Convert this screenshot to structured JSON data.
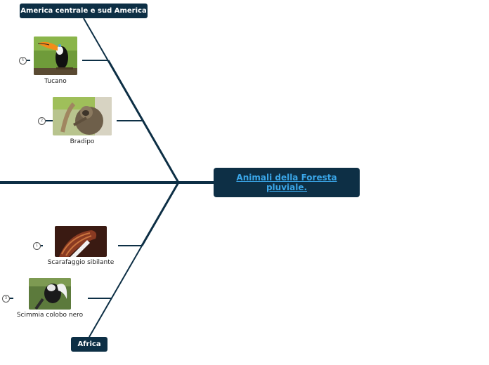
{
  "central_topic": {
    "title": "Animali della Foresta pluviale."
  },
  "branches": {
    "americas": {
      "label": "America centrale e sud America"
    },
    "africa": {
      "label": "Africa"
    }
  },
  "leaves": {
    "toucan": {
      "caption": "Tucano",
      "badge": "5",
      "image": "toucan-photo"
    },
    "sloth": {
      "caption": "Bradipo",
      "badge": "2",
      "image": "sloth-photo"
    },
    "beetle": {
      "caption": "Scarafaggio sibilante",
      "badge": "1",
      "image": "hissing-cockroach-photo"
    },
    "colobus": {
      "caption": "Scimmia colobo nero",
      "badge": "3",
      "image": "black-colobus-photo"
    }
  },
  "colors": {
    "node_fill": "#0d2f45",
    "central_text": "#3aa6e8",
    "line": "#0d2f45"
  }
}
